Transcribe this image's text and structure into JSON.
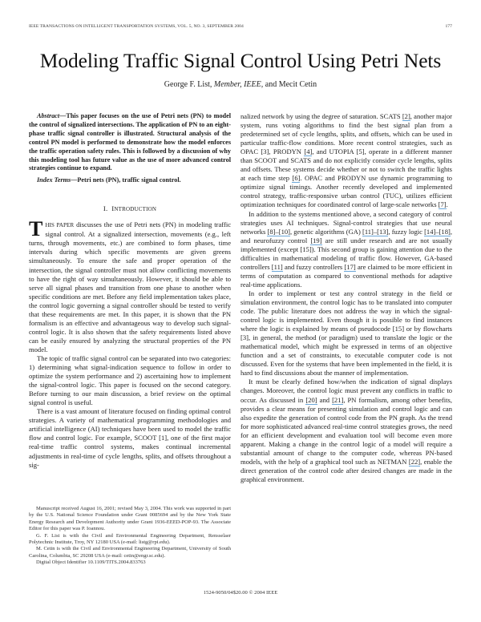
{
  "header": {
    "running_head": "IEEE TRANSACTIONS ON INTELLIGENT TRANSPORTATION SYSTEMS, VOL. 5, NO. 3, SEPTEMBER 2004",
    "page_number": "177"
  },
  "paper": {
    "title": "Modeling Traffic Signal Control Using Petri Nets",
    "authors": {
      "author1": "George F. List,",
      "author1_affiliation": "Member, IEEE,",
      "conjunction": "and Mecit Cetin"
    }
  },
  "abstract": {
    "label": "Abstract",
    "dash": "—",
    "text": "This paper focuses on the use of Petri nets (PN) to model the control of signalized intersections. The application of PN to an eight-phase traffic signal controller is illustrated. Structural analysis of the control PN model is performed to demonstrate how the model enforces the traffic operation safety rules. This is followed by a discussion of why this modeling tool has future value as the use of more advanced control strategies continue to expand."
  },
  "index_terms": {
    "label": "Index Terms",
    "dash": "—",
    "text": "Petri nets (PN), traffic signal control."
  },
  "section1": {
    "number": "I.",
    "title_first": "I",
    "title_rest": "NTRODUCTION"
  },
  "intro": {
    "dropcap": "T",
    "lead_caps": "HIS PAPER",
    "p1_rest": " discusses the use of Petri nets (PN) in modeling traffic signal control. At a signalized intersection, movements (e.g., left turns, through movements, etc.) are combined to form phases, time intervals during which specific movements are given greens simultaneously. To ensure the safe and proper operation of the intersection, the signal controller must not allow conflicting movements to have the right of way simultaneously. However, it should be able to serve all signal phases and transition from one phase to another when specific conditions are met. Before any field implementation takes place, the control logic governing a signal controller should be tested to verify that these requirements are met. In this paper, it is shown that the PN formalism is an effective and advantageous way to develop such signal-control logic. It is also shown that the safety requirements listed above can be easily ensured by analyzing the structural properties of the PN model.",
    "p2": "The topic of traffic signal control can be separated into two categories: 1) determining what signal-indication sequence to follow in order to optimize the system performance and 2) ascertaining how to implement the signal-control logic. This paper is focused on the second category. Before turning to our main discussion, a brief review on the optimal signal control is useful.",
    "p3": "There is a vast amount of literature focused on finding optimal control strategies. A variety of mathematical programming methodologies and artificial intelligence (AI) techniques have been used to model the traffic flow and control logic. For example, SCOOT [1], one of the first major real-time traffic control systems, makes continual incremental adjustments in real-time of cycle lengths, splits, and offsets throughout a sig-"
  },
  "right_column": {
    "p1_a": "nalized network by using the degree of saturation. SCATS ",
    "ref_2": "[2]",
    "p1_b": ", another major system, runs voting algorithms to find the best signal plan from a predetermined set of cycle lengths, splits, and offsets, which can be used in particular traffic-flow conditions. More recent control strategies, such as OPAC [3], PRODYN ",
    "ref_4": "[4]",
    "p1_c": ", and UTOPIA [5], operate in a different manner than SCOOT and SCATS and do not explicitly consider cycle lengths, splits and offsets. These systems decide whether or not to switch the traffic lights at each time step ",
    "ref_6": "[6]",
    "p1_d": ". OPAC and PRODYN use dynamic programming to optimize signal timings. Another recently developed and implemented control strategy, traffic-responsive urban control (TUC), utilizes efficient optimization techniques for coordinated control of large-scale networks ",
    "ref_7": "[7]",
    "p1_e": ".",
    "p2_a": "In addition to the systems mentioned above, a second category of control strategies uses AI techniques. Signal-control strategies that use neural networks ",
    "ref_8_10": "[8]–[10]",
    "p2_b": ", genetic algorithms (GA) ",
    "ref_11_13": "[11]–[13]",
    "p2_c": ", fuzzy logic ",
    "ref_14_18": "[14]–[18]",
    "p2_d": ", and neurofuzzy control ",
    "ref_19": "[19]",
    "p2_e": " are still under research and are not usually implemented (except [15]). This second group is gaining attention due to the difficulties in mathematical modeling of traffic flow. However, GA-based controllers ",
    "ref_11": "[11]",
    "p2_f": " and fuzzy controllers ",
    "ref_17": "[17]",
    "p2_g": " are claimed to be more efficient in terms of computation as compared to conventional methods for adaptive real-time applications.",
    "p3": "In order to implement or test any control strategy in the field or simulation environment, the control logic has to be translated into computer code. The public literature does not address the way in which the signal-control logic is implemented. Even though it is possible to find instances where the logic is explained by means of pseudocode [15] or by flowcharts [3], in general, the method (or paradigm) used to translate the logic or the mathematical model, which might be expressed in terms of an objective function and a set of constraints, to executable computer code is not discussed. Even for the systems that have been implemented in the field, it is hard to find discussions about the manner of implementation.",
    "p4_a": "It must be clearly defined how/when the indication of signal displays changes. Moreover, the control logic must prevent any conflicts in traffic to occur. As discussed in ",
    "ref_20": "[20]",
    "p4_b": " and ",
    "ref_21": "[21]",
    "p4_c": ", PN formalism, among other benefits, provides a clear means for presenting simulation and control logic and can also expedite the generation of control code from the PN graph. As the trend for more sophisticated advanced real-time control strategies grows, the need for an efficient development and evaluation tool will become even more apparent. Making a change in the control logic of a model will require a substantial amount of change to the computer code, whereas PN-based models, with the help of a graphical tool such as NETMAN ",
    "ref_22": "[22]",
    "p4_d": ", enable the direct generation of the control code after desired changes are made in the graphical environment."
  },
  "footnotes": {
    "received": "Manuscript received August 16, 2001; revised May 3, 2004. This work was supported in part by the U.S. National Science Foundation under Grant 0085694 and by the New York State Energy Research and Development Authority under Grant 1936-EEED-POP-93. The Associate Editor for this paper was P. Ioannou.",
    "author1": "G. F. List is with the Civil and Environmental Engineering Department, Rensselaer Polytechnic Institute, Troy, NY 12180 USA (e-mail: listg@rpi.edu).",
    "author2": "M. Cetin is with the Civil and Environmental Engineering Department, University of South Carolina, Columbia, SC 29208 USA (e-mail: cetin@engr.sc.edu).",
    "doi": "Digital Object Identifier 10.1109/TITS.2004.833763"
  },
  "footer": {
    "copyright": "1524-9050/04$20.00 © 2004 IEEE"
  },
  "colors": {
    "text": "#222222",
    "link_underline": "#6aa6d8",
    "background": "#ffffff"
  }
}
